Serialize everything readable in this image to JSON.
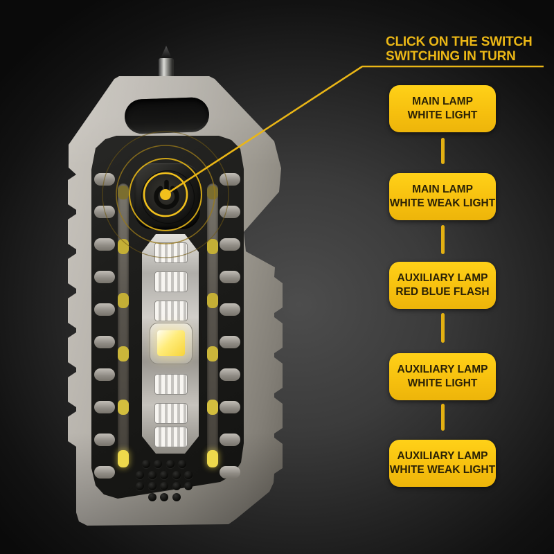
{
  "callout": {
    "title_line1": "CLICK ON THE SWITCH",
    "title_line2": "SWITCHING IN TURN"
  },
  "modes": [
    {
      "line1": "MAIN LAMP",
      "line2": "WHITE LIGHT"
    },
    {
      "line1": "MAIN LAMP",
      "line2": "WHITE WEAK LIGHT"
    },
    {
      "line1": "AUXILIARY LAMP",
      "line2": "RED BLUE FLASH"
    },
    {
      "line1": "AUXILIARY LAMP",
      "line2": "WHITE LIGHT"
    },
    {
      "line1": "AUXILIARY LAMP",
      "line2": "WHITE WEAK LIGHT"
    }
  ],
  "colors": {
    "accent_yellow": "#ECB816",
    "button_fill_top": "#FFD118",
    "button_fill_bottom": "#EDB50A",
    "button_text": "#2A2106",
    "body_silver": "#A8A49D",
    "bumper_black": "#1A1A18",
    "strip_dash_yellow": "#C4AF36",
    "main_led_glow": "#FFEC7A",
    "background_spot": "#4D4D4D",
    "background_edge": "#0A0A0A"
  },
  "icons": [
    "power-icon",
    "switch-target-dot",
    "switch-target-circles",
    "switch-callout-line"
  ]
}
